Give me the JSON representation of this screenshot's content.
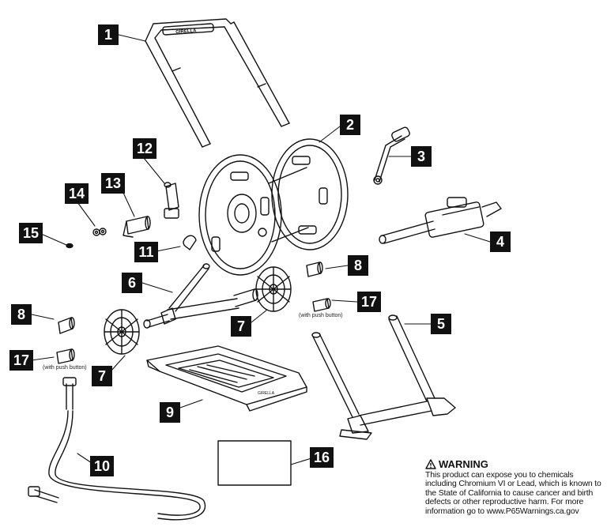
{
  "callouts": [
    {
      "id": "c1",
      "label": "1"
    },
    {
      "id": "c2",
      "label": "2"
    },
    {
      "id": "c3",
      "label": "3"
    },
    {
      "id": "c4",
      "label": "4"
    },
    {
      "id": "c5",
      "label": "5"
    },
    {
      "id": "c6",
      "label": "6"
    },
    {
      "id": "c7a",
      "label": "7"
    },
    {
      "id": "c7b",
      "label": "7"
    },
    {
      "id": "c8a",
      "label": "8"
    },
    {
      "id": "c8b",
      "label": "8"
    },
    {
      "id": "c9",
      "label": "9"
    },
    {
      "id": "c10",
      "label": "10"
    },
    {
      "id": "c11",
      "label": "11"
    },
    {
      "id": "c12",
      "label": "12"
    },
    {
      "id": "c13",
      "label": "13"
    },
    {
      "id": "c14",
      "label": "14"
    },
    {
      "id": "c15",
      "label": "15"
    },
    {
      "id": "c16",
      "label": "16"
    },
    {
      "id": "c17a",
      "label": "17"
    },
    {
      "id": "c17b",
      "label": "17"
    }
  ],
  "notes": {
    "push_button_right": "(with push button)",
    "push_button_left": "(with push button)"
  },
  "brand": "GIRELLA",
  "warning": {
    "title": "WARNING",
    "lines": [
      "This product can expose you to chemicals",
      "including Chromium VI or Lead, which is known to",
      "the State of California to cause cancer and birth",
      "defects or other reproductive harm.  For more",
      "information go to www.P65Warnings.ca.gov"
    ]
  }
}
